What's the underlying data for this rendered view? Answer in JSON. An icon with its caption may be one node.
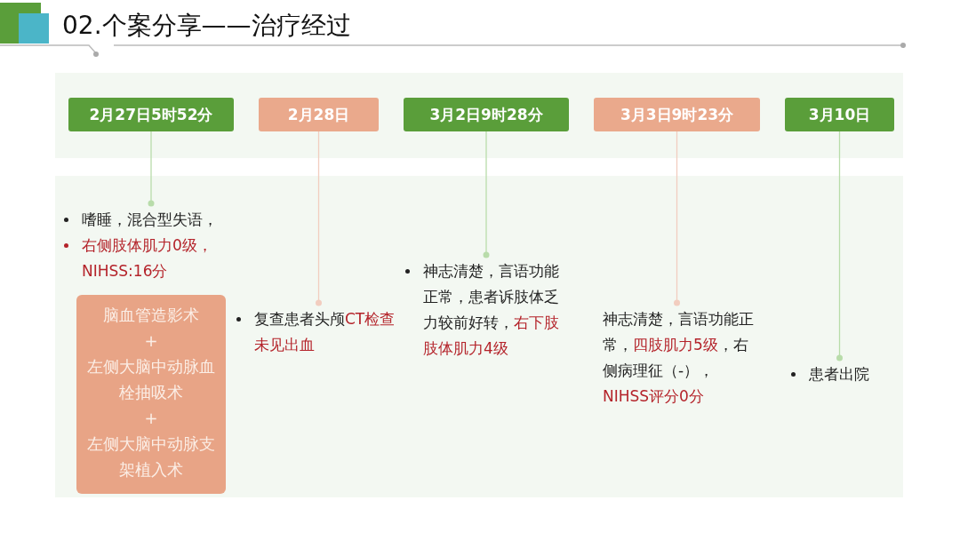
{
  "diagram": {
    "title": "02.个案分享——治疗经过",
    "nodes": [
      {
        "text": [
          "2月27日5时52分"
        ]
      },
      {
        "text": [
          "嗜睡，混合型失语，",
          "右侧肢体肌力0级，NIHSS:16分"
        ]
      },
      {
        "text": [
          "脑血管造影术",
          "+",
          "左侧大脑中动脉血栓抽吸术",
          "+",
          "左侧大脑中动脉支架植入术"
        ]
      },
      {
        "text": [
          "2月28日"
        ]
      },
      {
        "text": [
          "复查患者头颅",
          "CT检查未见出血"
        ]
      },
      {
        "text": [
          "3月2日9时28分"
        ]
      },
      {
        "text": [
          "神志清楚，言语功能正常，患者诉肢体乏力较前好转，",
          "右下肢肢体肌力4级"
        ]
      },
      {
        "text": [
          "3月3日9时23分"
        ]
      },
      {
        "text": [
          "神志清楚，言语功能正常，",
          "四肢肌力5级",
          "，右侧病理征（-），",
          "NIHSS评分0分"
        ]
      },
      {
        "text": [
          "3月10日"
        ]
      },
      {
        "text": [
          "患者出院"
        ]
      }
    ],
    "edges": [
      {
        "from": 0,
        "to": 1,
        "arrow": "other"
      },
      {
        "from": 3,
        "to": 4,
        "arrow": "other",
        "color": "#f2cdbf"
      },
      {
        "from": 5,
        "to": 6,
        "arrow": "other"
      },
      {
        "from": 7,
        "to": 8,
        "arrow": "other",
        "color": "#f2cdbf"
      },
      {
        "from": 9,
        "to": 10,
        "arrow": "other"
      }
    ]
  }
}
